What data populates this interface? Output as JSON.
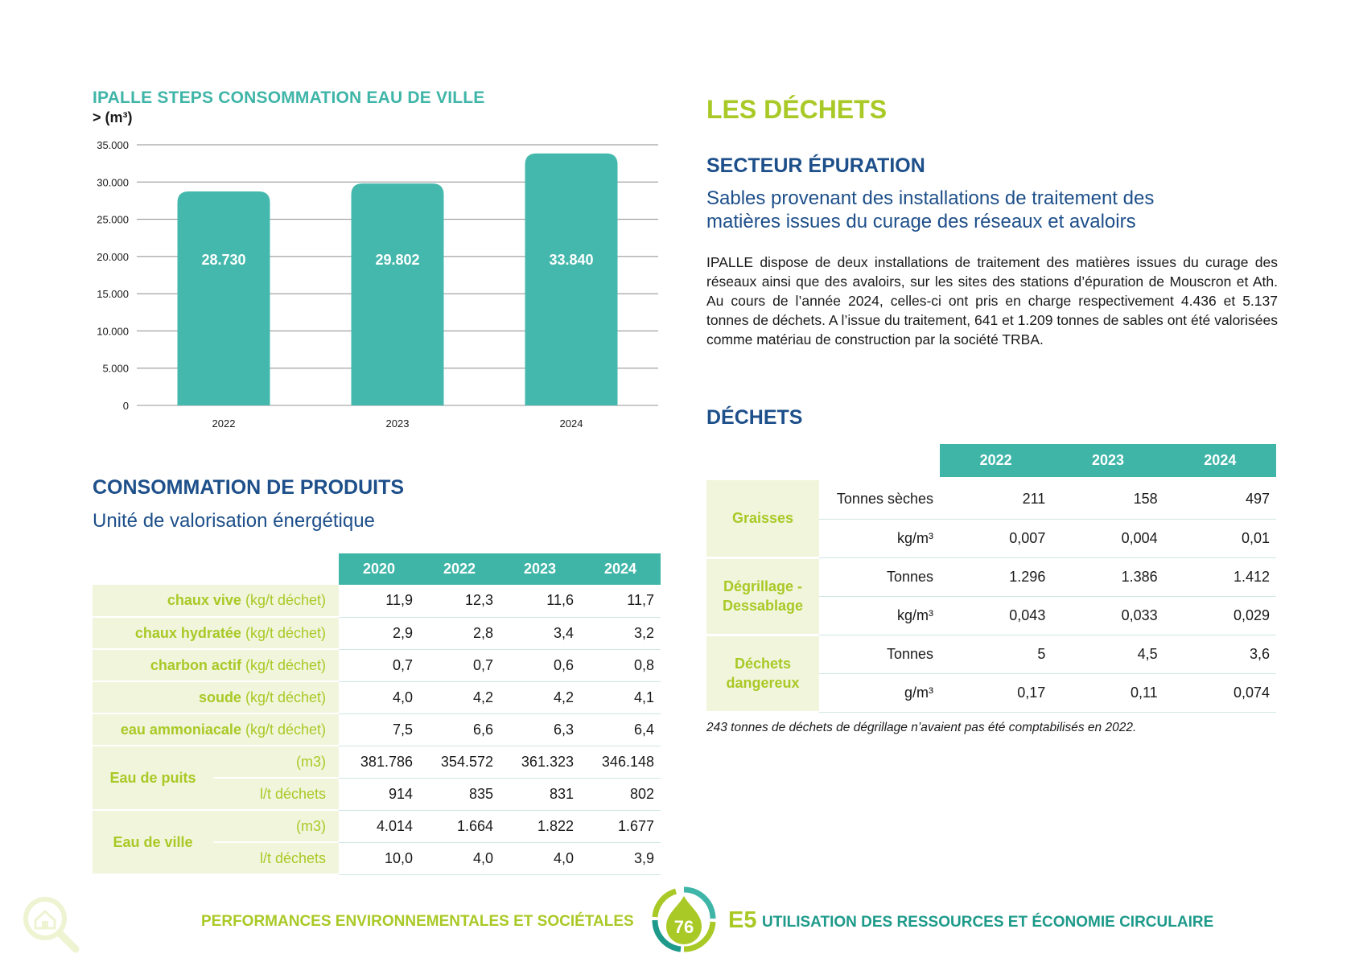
{
  "chart": {
    "title": "IPALLE STEPS CONSOMMATION EAU DE VILLE",
    "unit": "> (m³)"
  },
  "chart_data": {
    "type": "bar",
    "title": "IPALLE STEPS CONSOMMATION EAU DE VILLE",
    "ylabel": "> (m³)",
    "categories": [
      "2022",
      "2023",
      "2024"
    ],
    "values": [
      28730,
      29802,
      33840
    ],
    "value_labels": [
      "28.730",
      "29.802",
      "33.840"
    ],
    "yticks": [
      0,
      5000,
      10000,
      15000,
      20000,
      25000,
      30000,
      35000
    ],
    "ytick_labels": [
      "0",
      "5.000",
      "10.000",
      "15.000",
      "20.000",
      "25.000",
      "30.000",
      "35.000"
    ],
    "ylim": [
      0,
      35000
    ],
    "grid": true,
    "bar_color": "#44b8ac"
  },
  "products": {
    "heading": "CONSOMMATION DE PRODUITS",
    "subheading": "Unité de valorisation énergétique",
    "years": [
      "2020",
      "2022",
      "2023",
      "2024"
    ],
    "rows": [
      {
        "label": "chaux vive",
        "unit": " (kg/t déchet)",
        "values": [
          "11,9",
          "12,3",
          "11,6",
          "11,7"
        ]
      },
      {
        "label": "chaux hydratée",
        "unit": " (kg/t déchet)",
        "values": [
          "2,9",
          "2,8",
          "3,4",
          "3,2"
        ]
      },
      {
        "label": "charbon actif",
        "unit": " (kg/t déchet)",
        "values": [
          "0,7",
          "0,7",
          "0,6",
          "0,8"
        ]
      },
      {
        "label": "soude",
        "unit": " (kg/t déchet)",
        "values": [
          "4,0",
          "4,2",
          "4,2",
          "4,1"
        ]
      },
      {
        "label": "eau ammoniacale",
        "unit": " (kg/t déchet)",
        "values": [
          "7,5",
          "6,6",
          "6,3",
          "6,4"
        ]
      }
    ],
    "groups": [
      {
        "label": "Eau de puits",
        "subrows": [
          {
            "unit": "(m3)",
            "values": [
              "381.786",
              "354.572",
              "361.323",
              "346.148"
            ]
          },
          {
            "unit": "l/t déchets",
            "values": [
              "914",
              "835",
              "831",
              "802"
            ]
          }
        ]
      },
      {
        "label": "Eau de ville",
        "subrows": [
          {
            "unit": "(m3)",
            "values": [
              "4.014",
              "1.664",
              "1.822",
              "1.677"
            ]
          },
          {
            "unit": "l/t déchets",
            "values": [
              "10,0",
              "4,0",
              "4,0",
              "3,9"
            ]
          }
        ]
      }
    ]
  },
  "dechets": {
    "title": "LES DÉCHETS",
    "sector_heading": "SECTEUR ÉPURATION",
    "sector_subheading_1": "Sables provenant des installations de traitement des",
    "sector_subheading_2": "matières issues du curage des réseaux et avaloirs",
    "paragraph": "IPALLE dispose de deux installations de traitement des matières issues du curage des réseaux ainsi que des avaloirs, sur les sites des stations d’épuration de Mouscron et Ath. Au cours de l’année 2024, celles-ci ont pris en charge respectivement 4.436 et 5.137 tonnes de déchets. A l’issue du traitement, 641 et 1.209 tonnes de sables ont été valorisées comme matériau de construction par la société TRBA.",
    "table_heading": "DÉCHETS",
    "years": [
      "2022",
      "2023",
      "2024"
    ],
    "groups": [
      {
        "label_1": "Graisses",
        "label_2": "",
        "rows": [
          {
            "unit": "Tonnes sèches",
            "values": [
              "211",
              "158",
              "497"
            ]
          },
          {
            "unit": "kg/m³",
            "values": [
              "0,007",
              "0,004",
              "0,01"
            ]
          }
        ]
      },
      {
        "label_1": "Dégrillage -",
        "label_2": "Dessablage",
        "rows": [
          {
            "unit": "Tonnes",
            "values": [
              "1.296",
              "1.386",
              "1.412"
            ]
          },
          {
            "unit": "kg/m³",
            "values": [
              "0,043",
              "0,033",
              "0,029"
            ]
          }
        ]
      },
      {
        "label_1": "Déchets",
        "label_2": "dangereux",
        "rows": [
          {
            "unit": "Tonnes",
            "values": [
              "5",
              "4,5",
              "3,6"
            ]
          },
          {
            "unit": "g/m³",
            "values": [
              "0,17",
              "0,11",
              "0,074"
            ]
          }
        ]
      }
    ],
    "footnote": "243 tonnes de déchets de dégrillage n’avaient pas été comptabilisés en 2022."
  },
  "footer": {
    "left": "PERFORMANCES ENVIRONNEMENTALES ET SOCIÉTALES",
    "page_number": "76",
    "code": "E5",
    "right": "UTILISATION DES RESSOURCES ET ÉCONOMIE CIRCULAIRE",
    "accent": "#a9c926",
    "teal": "#1d9a8a"
  },
  "icons": {
    "corner": "home-search-icon",
    "badge": "recycle-arrows-icon"
  }
}
